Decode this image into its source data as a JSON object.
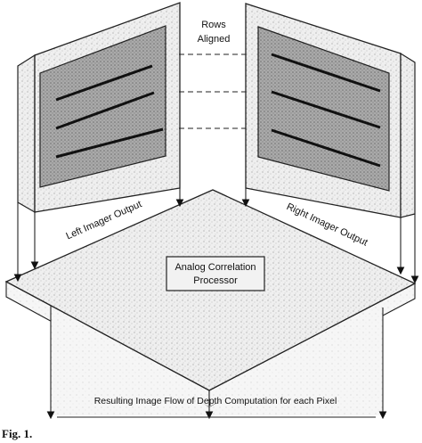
{
  "labels": {
    "rows_line1": "Rows",
    "rows_line2": "Aligned",
    "left_output": "Left Imager Output",
    "right_output": "Right Imager Output",
    "processor_line1": "Analog Correlation",
    "processor_line2": "Processor",
    "bottom": "Resulting Image Flow of Depth Computation for each Pixel",
    "caption": "Fig. 1."
  }
}
